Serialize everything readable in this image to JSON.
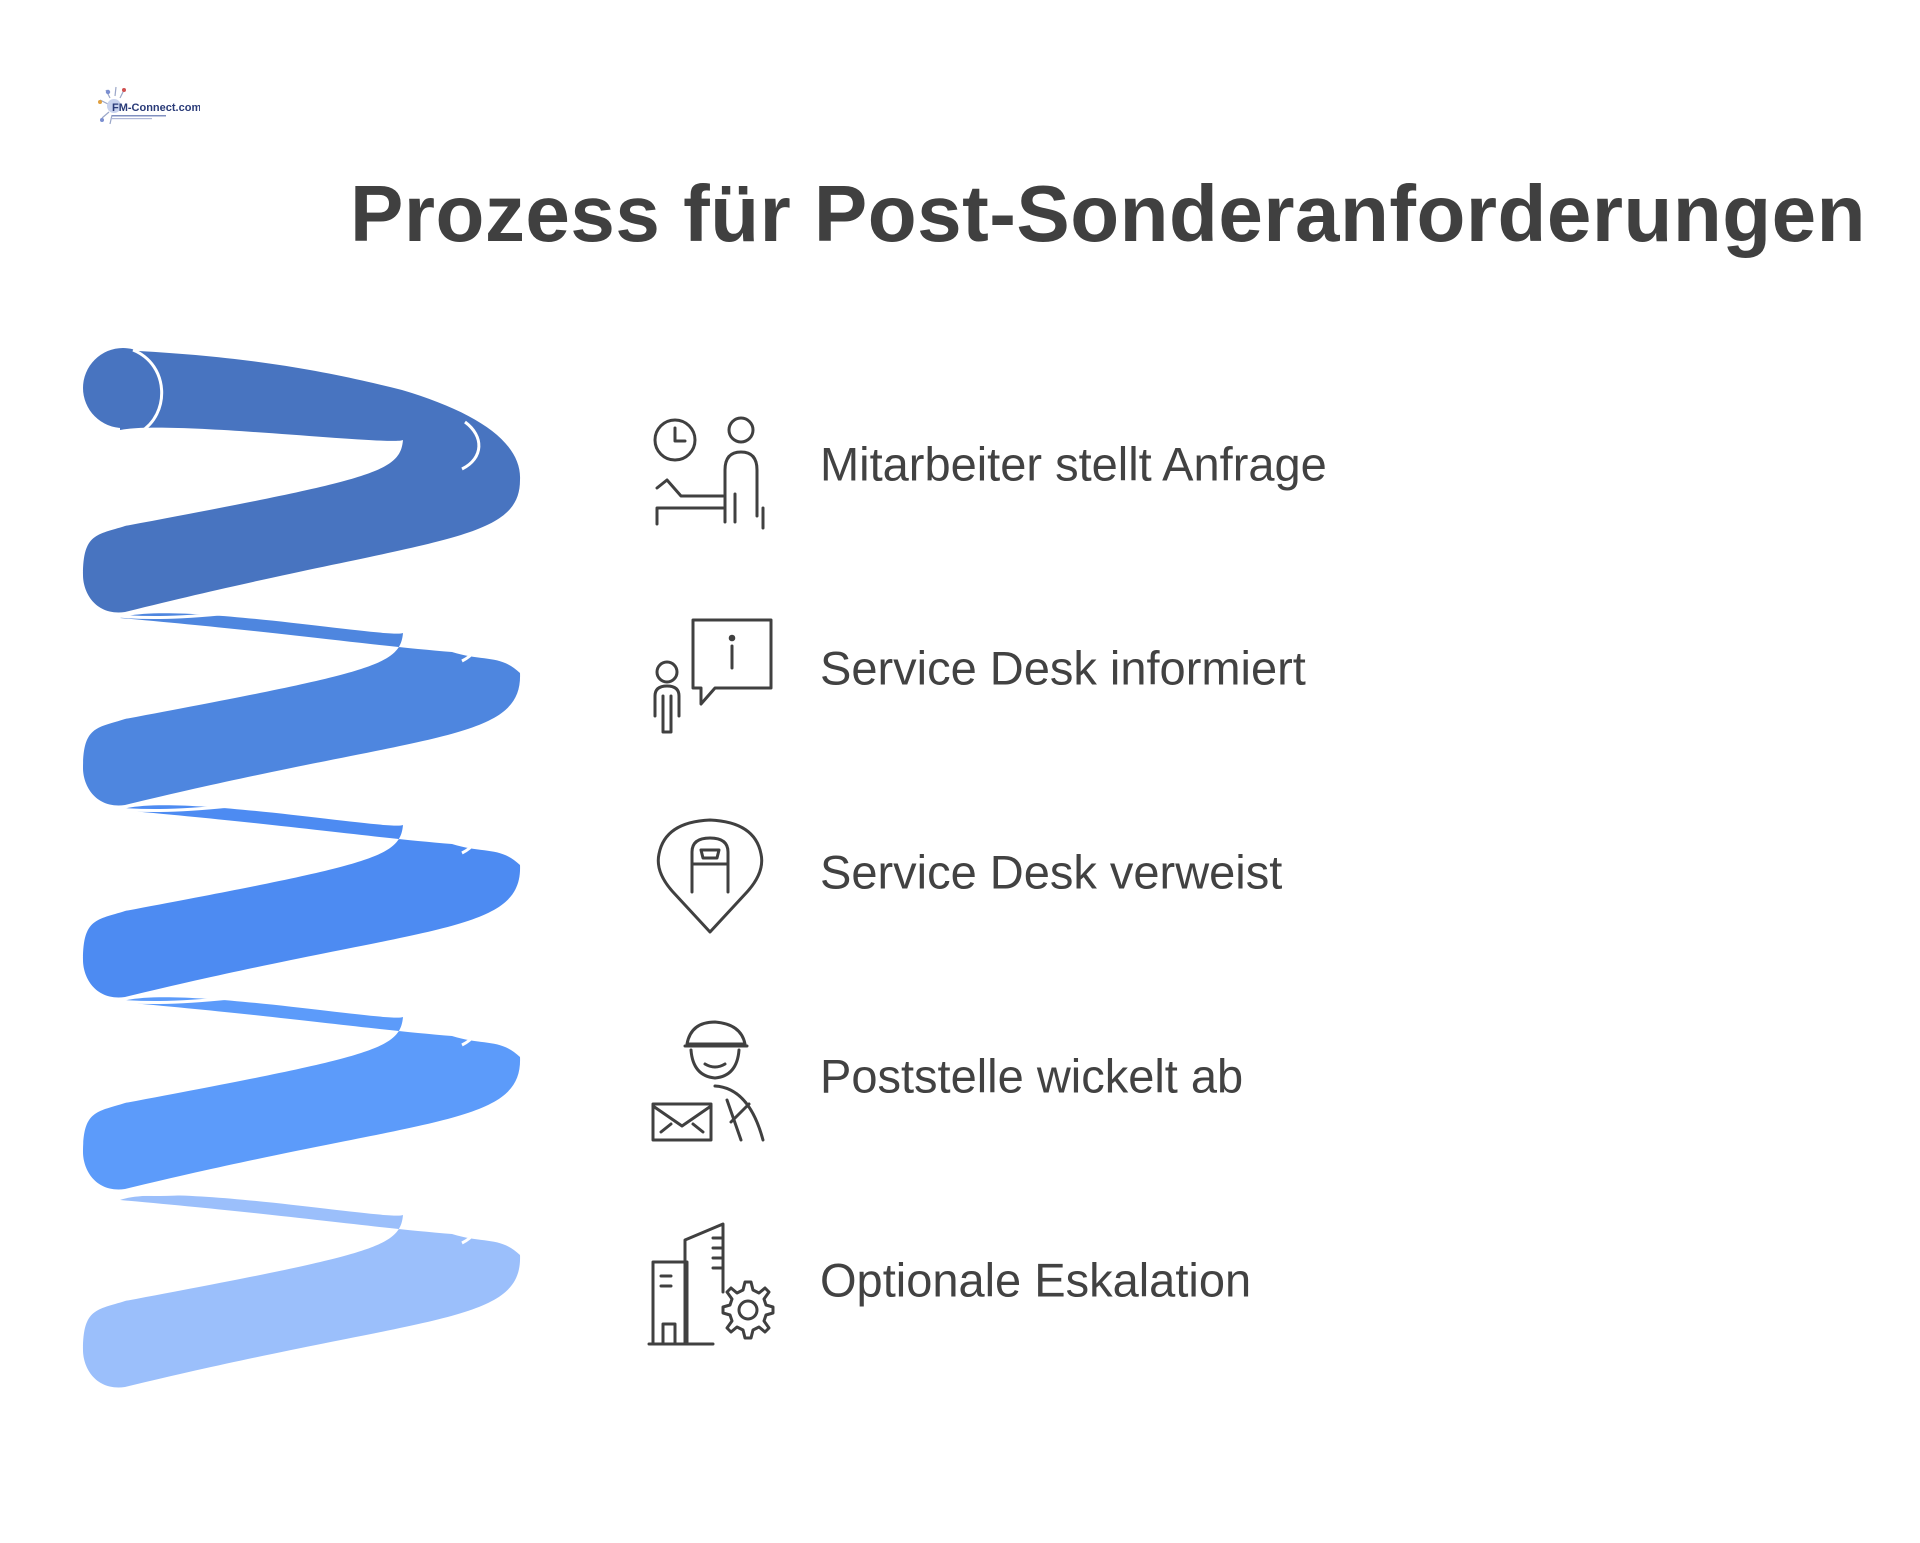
{
  "header": {
    "logo_text": "FM-Connect.com",
    "title": "Prozess für Post-Sonderanforderungen"
  },
  "colors": {
    "text": "#424242",
    "icon_stroke": "#404040",
    "spiral": [
      "#4874C0",
      "#4E86DF",
      "#4D8BF2",
      "#5C9BFA",
      "#9BBFFB"
    ]
  },
  "steps": [
    {
      "label": "Mitarbeiter stellt Anfrage",
      "icon": "employee-request-icon"
    },
    {
      "label": "Service Desk informiert",
      "icon": "info-speech-icon"
    },
    {
      "label": "Service Desk verweist",
      "icon": "mailbox-location-icon"
    },
    {
      "label": "Poststelle wickelt ab",
      "icon": "postman-icon"
    },
    {
      "label": "Optionale Eskalation",
      "icon": "building-gear-icon"
    }
  ]
}
